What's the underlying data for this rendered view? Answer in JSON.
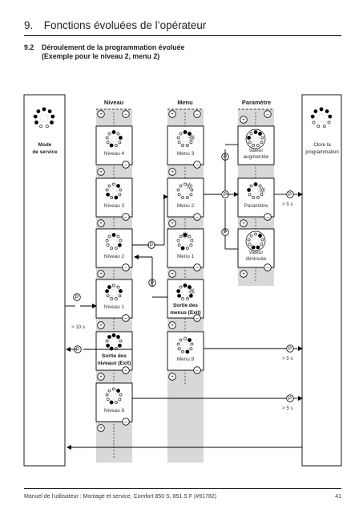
{
  "header": {
    "chapter": "9. Fonctions évoluées de l’opérateur",
    "section_number": "9.2",
    "section_title": "Déroulement de la programmation évoluée",
    "section_subtitle": "(Exemple pour le niveau 2, menu 2)"
  },
  "columns": {
    "niveau": "Niveau",
    "menu": "Menu",
    "parametre": "Paramètre"
  },
  "side": {
    "left_mode": "Mode\nde service",
    "right_close": "Clore la\nprogrammation"
  },
  "niveau_boxes": [
    "Niveau 4",
    "Niveau 3",
    "Niveau 2",
    "Niveau 1",
    "Sortie des\nniveaux (Exit)",
    "Niveau 8"
  ],
  "menu_boxes": [
    "Menu 3",
    "Menu 2",
    "Menu 1",
    "Sortie des\nmenus (Exit)",
    "Menu 8"
  ],
  "param_boxes": [
    "Valeur\naugmentée",
    "Paramètre",
    "Valeur\ndiminuée"
  ],
  "keys": {
    "p": "P",
    "plus": "+",
    "minus": "–"
  },
  "timings": {
    "enter": "> 10 s",
    "exit": "> 5 s"
  },
  "footer": {
    "text": "Manuel de l’utilisateur : Montage et service, Comfort 850 S, 851 S F (#91782)",
    "page": "41"
  }
}
